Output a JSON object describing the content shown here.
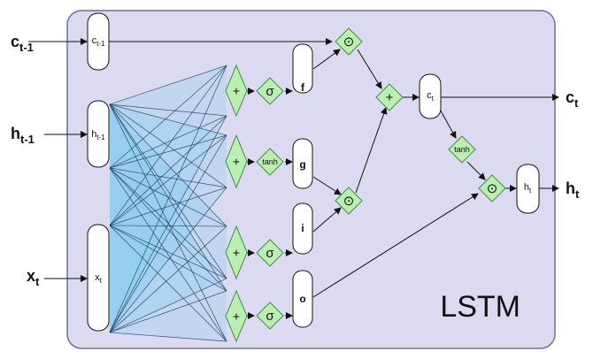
{
  "diagram": {
    "title": "LSTM",
    "colors": {
      "panel_fill": "#dcdaf0",
      "panel_stroke": "#6f6f9a",
      "node_fill": "#b9f0b2",
      "node_stroke": "#4a8a4a",
      "fan_fill": "#6cc8f0",
      "rect_fill": "#ffffff",
      "line": "#111111"
    },
    "inputs": {
      "c_prev": {
        "main": "c",
        "sub": "t-1"
      },
      "h_prev": {
        "main": "h",
        "sub": "t-1"
      },
      "x": {
        "main": "x",
        "sub": "t"
      }
    },
    "outputs": {
      "c": {
        "main": "c",
        "sub": "t"
      },
      "h": {
        "main": "h",
        "sub": "t"
      }
    },
    "input_boxes": {
      "c_prev": {
        "main": "c",
        "sub": "t-1"
      },
      "h_prev": {
        "main": "h",
        "sub": "t-1"
      },
      "x": {
        "main": "x",
        "sub": "t"
      }
    },
    "gates": {
      "f": {
        "sum": "+",
        "act": "σ",
        "label": "f"
      },
      "g": {
        "sum": "+",
        "act": "tanh",
        "label": "g"
      },
      "i": {
        "sum": "+",
        "act": "σ",
        "label": "i"
      },
      "o": {
        "sum": "+",
        "act": "σ",
        "label": "o"
      }
    },
    "ops": {
      "mul_fc": "⊙",
      "mul_ig": "⊙",
      "add_c": "+",
      "tanh_c": "tanh",
      "mul_h": "⊙"
    },
    "state_boxes": {
      "c": {
        "main": "c",
        "sub": "t"
      },
      "h": {
        "main": "h",
        "sub": "t"
      }
    }
  }
}
